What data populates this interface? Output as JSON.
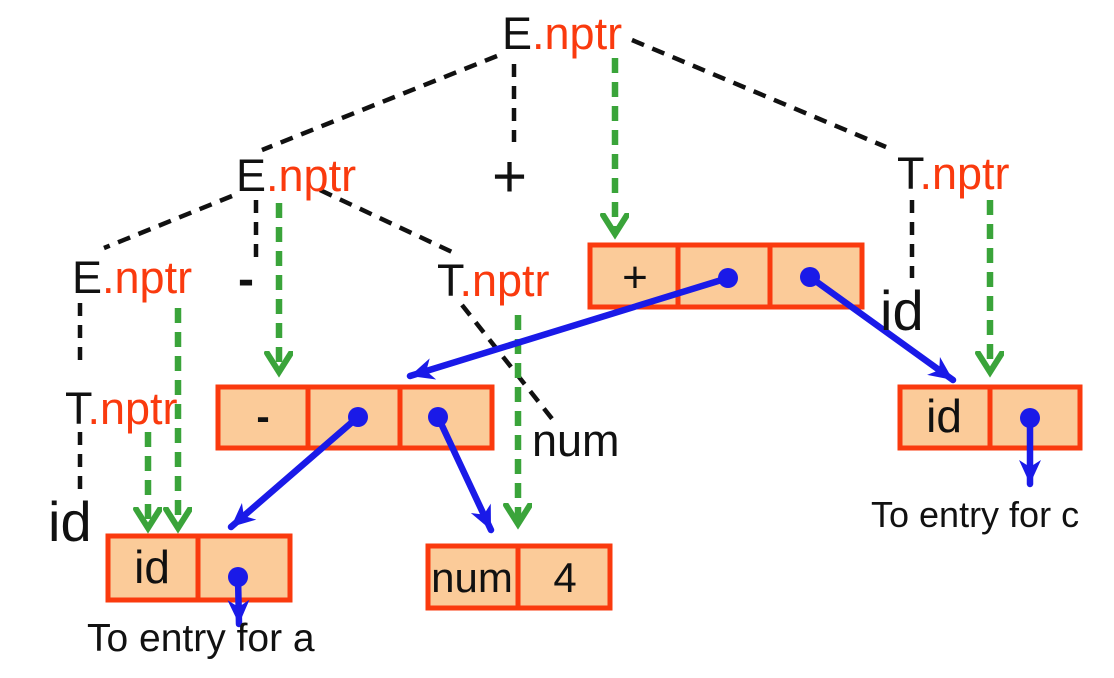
{
  "colors": {
    "accent": "#fa3a0e",
    "record_fill": "#fbcb99",
    "pointer_blue": "#1a1ae8",
    "arrow_green": "#3aa43a",
    "ink": "#111111",
    "bg": "#ffffff"
  },
  "tree": {
    "root": {
      "sym": "E",
      "attr": ".nptr"
    },
    "e_level2": {
      "sym": "E",
      "attr": ".nptr"
    },
    "e_level3": {
      "sym": "E",
      "attr": ".nptr"
    },
    "t_left": {
      "sym": "T",
      "attr": ".nptr"
    },
    "t_mid": {
      "sym": "T",
      "attr": ".nptr"
    },
    "t_right": {
      "sym": "T",
      "attr": ".nptr"
    },
    "op_plus": "+",
    "op_minus": "-",
    "leaf_id_left": "id",
    "leaf_num": "num",
    "leaf_id_right": "id"
  },
  "records": {
    "plus": {
      "label": "+"
    },
    "minus": {
      "label": "-"
    },
    "id_a": {
      "label": "id"
    },
    "num": {
      "label": "num",
      "value": "4"
    },
    "id_c": {
      "label": "id"
    }
  },
  "annotations": {
    "entry_a": "To entry for a",
    "entry_c": "To entry for c"
  }
}
